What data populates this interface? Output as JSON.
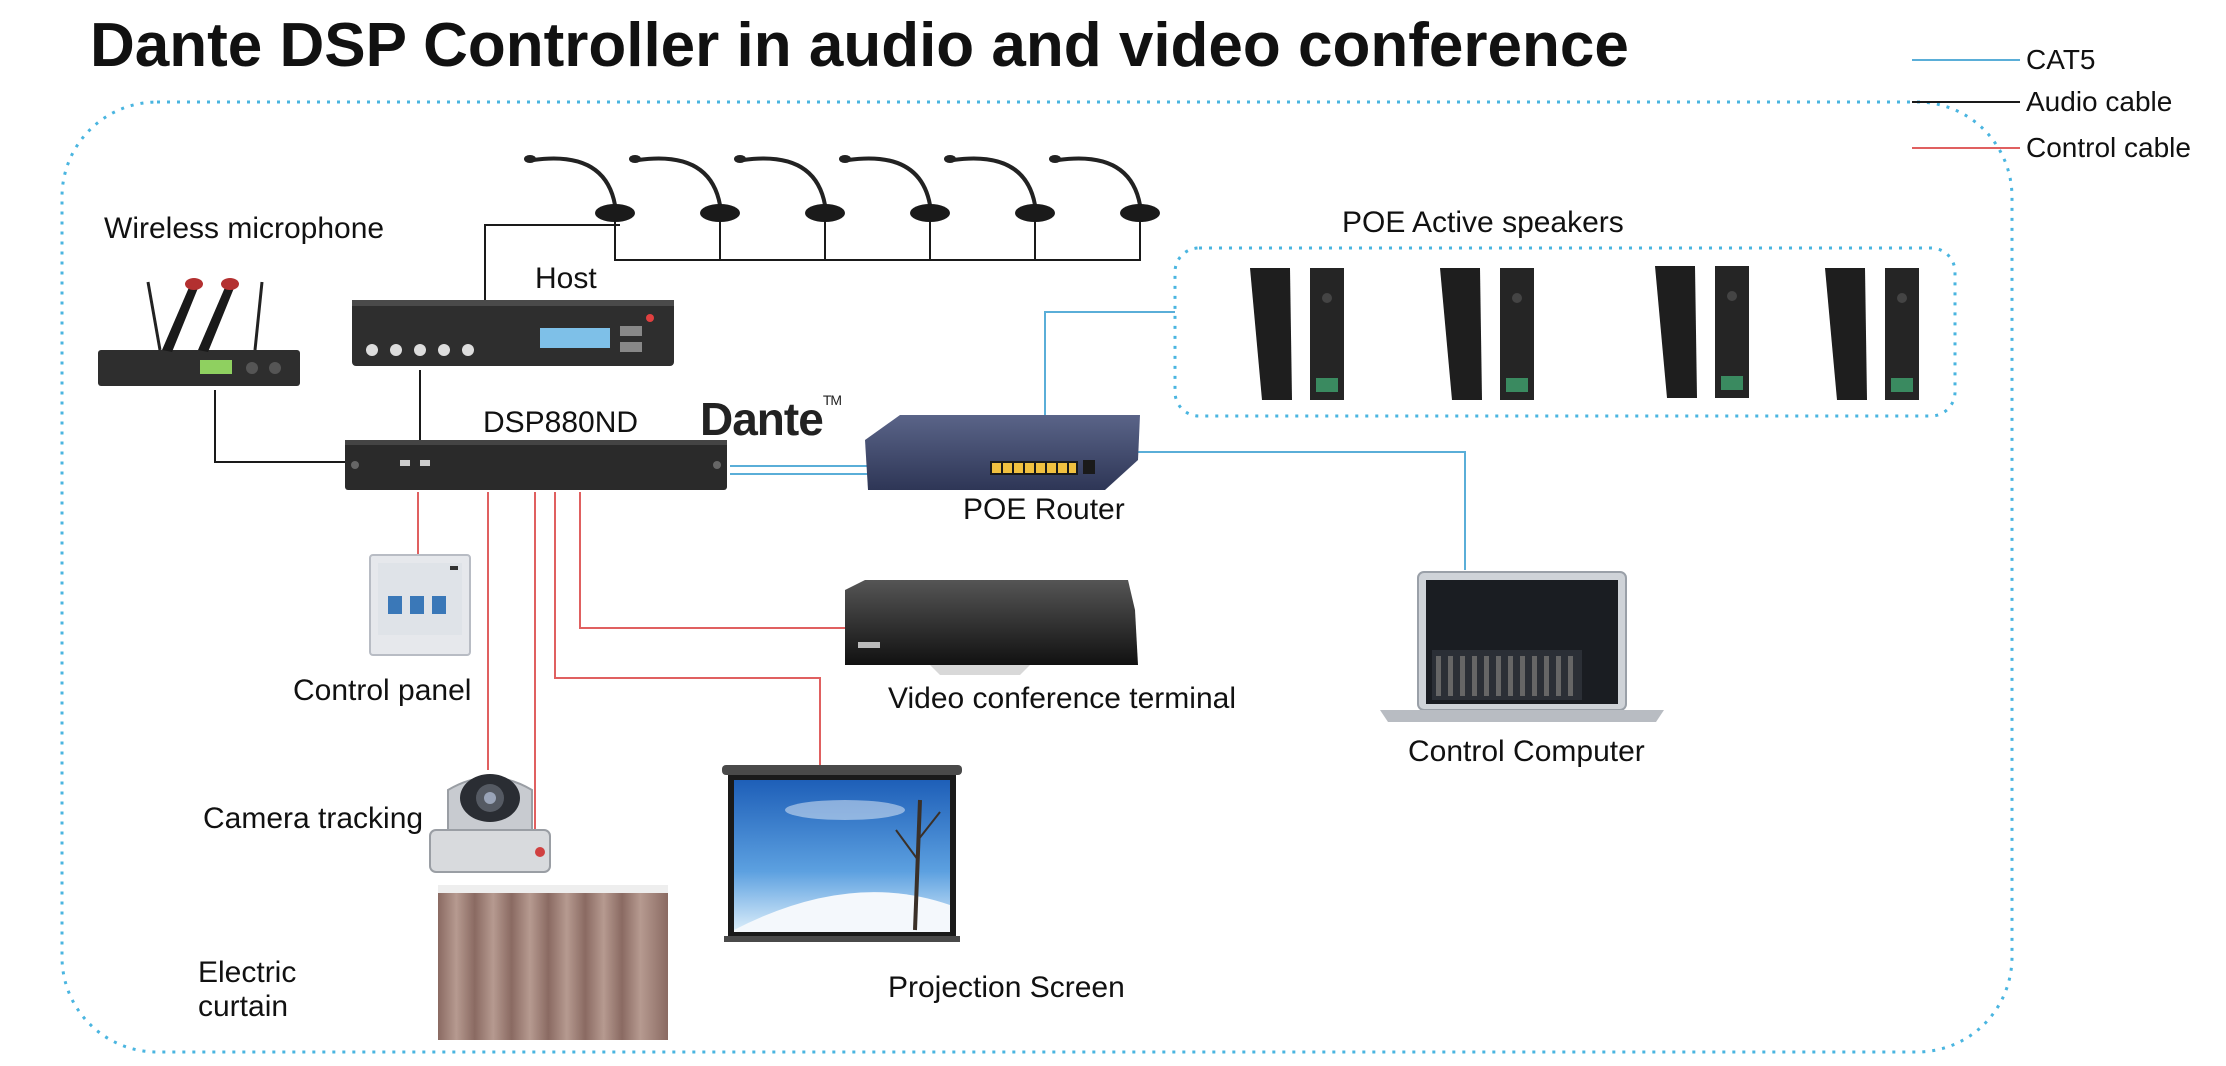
{
  "title": "Dante DSP Controller in audio and video conference",
  "colors": {
    "cat5": "#5aaed8",
    "audio": "#1a1a1a",
    "control": "#e06060",
    "dashed_border": "#4ab5e0",
    "device_dark": "#2b2b2b",
    "router_blue": "#3a4466"
  },
  "legend": [
    {
      "label": "CAT5",
      "color_key": "cat5"
    },
    {
      "label": "Audio cable",
      "color_key": "audio"
    },
    {
      "label": "Control cable",
      "color_key": "control"
    }
  ],
  "labels": {
    "wireless_microphone": "Wireless microphone",
    "host": "Host",
    "dsp": "DSP880ND",
    "dante": "Dante",
    "dante_tm": "TM",
    "poe_router": "POE Router",
    "poe_speakers": "POE Active speakers",
    "control_panel": "Control panel",
    "video_terminal": "Video conference terminal",
    "control_computer": "Control Computer",
    "camera_tracking": "Camera tracking",
    "electric_curtain_line1": "Electric",
    "electric_curtain_line2": "curtain",
    "projection_screen": "Projection Screen"
  },
  "icons": {
    "microphone": "gooseneck-microphone-icon",
    "speaker": "column-speaker-icon",
    "router": "poe-router-icon",
    "laptop": "laptop-icon",
    "camera": "ptz-camera-icon",
    "curtain": "curtain-icon",
    "screen": "projection-screen-icon"
  }
}
